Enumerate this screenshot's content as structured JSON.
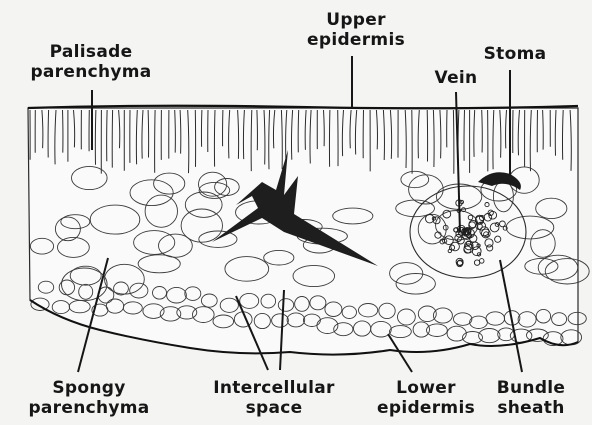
{
  "labels": {
    "upper_epidermis": [
      "Upper",
      "epidermis"
    ],
    "palisade_parenchyma": [
      "Palisade",
      "parenchyma"
    ],
    "stoma": "Stoma",
    "vein": "Vein",
    "spongy_parenchyma": [
      "Spongy",
      "parenchyma"
    ],
    "intercellular_space": [
      "Intercellular",
      "space"
    ],
    "lower_epidermis": [
      "Lower",
      "epidermis"
    ],
    "bundle_sheath": [
      "Bundle",
      "sheath"
    ]
  },
  "colors": {
    "ink": "#161616",
    "background": "#f4f4f2",
    "tissue": "#fafafa"
  }
}
